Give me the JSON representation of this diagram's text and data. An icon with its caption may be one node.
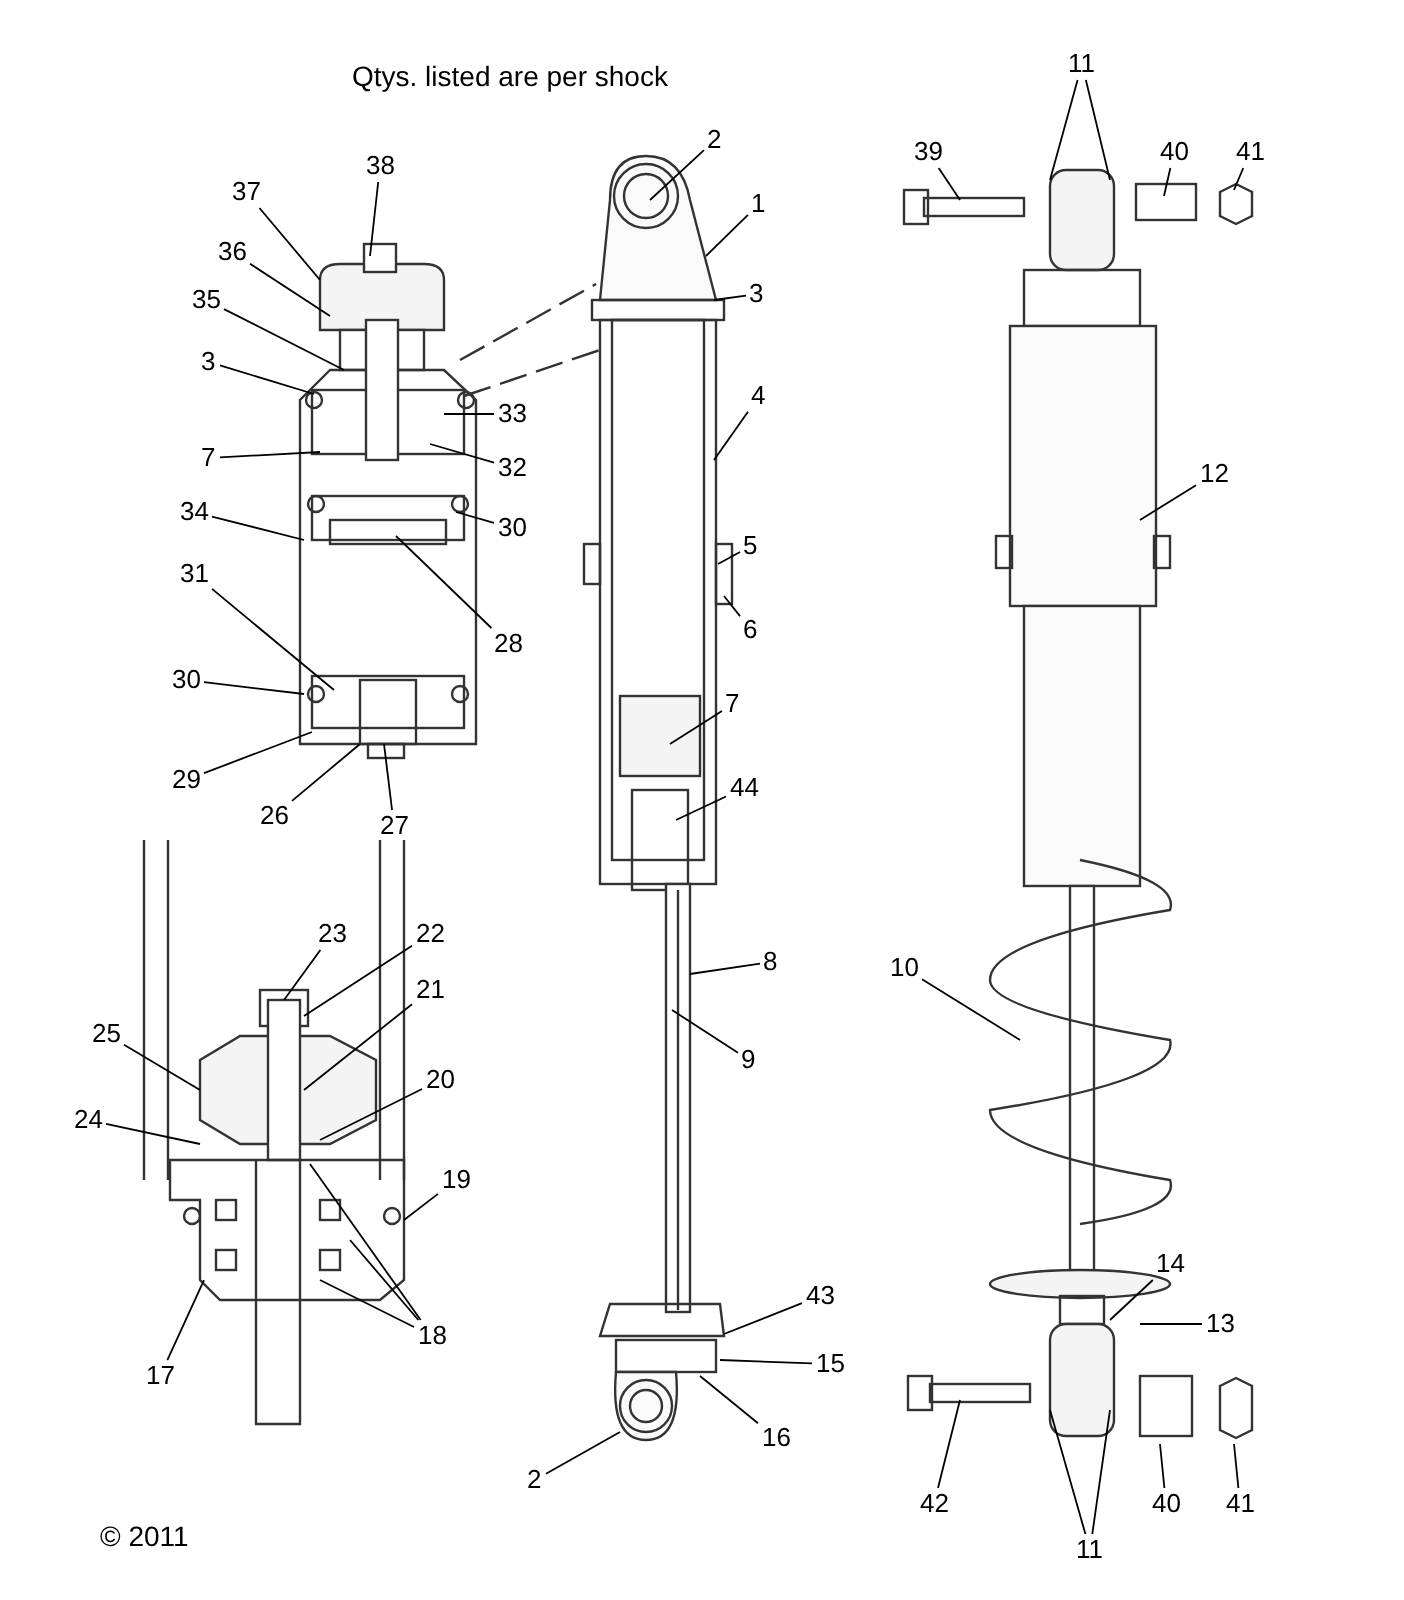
{
  "diagram": {
    "nodes": [
      {
        "text": [
          "38"
        ]
      },
      {
        "text": [
          "37"
        ]
      },
      {
        "text": [
          "36"
        ]
      },
      {
        "text": [
          "35"
        ]
      },
      {
        "text": [
          "3"
        ]
      },
      {
        "text": [
          "7"
        ]
      },
      {
        "text": [
          "33"
        ]
      },
      {
        "text": [
          "32"
        ]
      },
      {
        "text": [
          "34"
        ]
      },
      {
        "text": [
          "30"
        ]
      },
      {
        "text": [
          "31"
        ]
      },
      {
        "text": [
          "28"
        ]
      },
      {
        "text": [
          "30"
        ]
      },
      {
        "text": [
          "29"
        ]
      },
      {
        "text": [
          "26"
        ]
      },
      {
        "text": [
          "27"
        ]
      },
      {
        "text": [
          "2"
        ]
      },
      {
        "text": [
          "1"
        ]
      },
      {
        "text": [
          "3"
        ]
      },
      {
        "text": [
          "4"
        ]
      },
      {
        "text": [
          "5"
        ]
      },
      {
        "text": [
          "6"
        ]
      },
      {
        "text": [
          "7"
        ]
      },
      {
        "text": [
          "44"
        ]
      },
      {
        "text": [
          "8"
        ]
      },
      {
        "text": [
          "9"
        ]
      },
      {
        "text": [
          "43"
        ]
      },
      {
        "text": [
          "15"
        ]
      },
      {
        "text": [
          "16"
        ]
      },
      {
        "text": [
          "2"
        ]
      },
      {
        "text": [
          "23"
        ]
      },
      {
        "text": [
          "22"
        ]
      },
      {
        "text": [
          "21"
        ]
      },
      {
        "text": [
          "25"
        ]
      },
      {
        "text": [
          "20"
        ]
      },
      {
        "text": [
          "24"
        ]
      },
      {
        "text": [
          "19"
        ]
      },
      {
        "text": [
          "17"
        ]
      },
      {
        "text": [
          "18"
        ]
      },
      {
        "text": [
          "39"
        ]
      },
      {
        "text": [
          "11"
        ]
      },
      {
        "text": [
          "40"
        ]
      },
      {
        "text": [
          "41"
        ]
      },
      {
        "text": [
          "12"
        ]
      },
      {
        "text": [
          "10"
        ]
      },
      {
        "text": [
          "14"
        ]
      },
      {
        "text": [
          "13"
        ]
      },
      {
        "text": [
          "42"
        ]
      },
      {
        "text": [
          "40"
        ]
      },
      {
        "text": [
          "41"
        ]
      },
      {
        "text": [
          "11"
        ]
      }
    ],
    "edges": [
      {
        "from": 0,
        "to": null,
        "arrow": "none"
      },
      {
        "from": 1,
        "to": null,
        "arrow": "none"
      },
      {
        "from": 2,
        "to": null,
        "arrow": "none"
      },
      {
        "from": 3,
        "to": null,
        "arrow": "none"
      },
      {
        "from": 4,
        "to": null,
        "arrow": "none"
      },
      {
        "from": 5,
        "to": null,
        "arrow": "none"
      },
      {
        "from": 6,
        "to": null,
        "arrow": "none"
      },
      {
        "from": 7,
        "to": null,
        "arrow": "none"
      },
      {
        "from": 8,
        "to": null,
        "arrow": "none"
      },
      {
        "from": 9,
        "to": null,
        "arrow": "none"
      },
      {
        "from": 10,
        "to": null,
        "arrow": "none"
      },
      {
        "from": 11,
        "to": null,
        "arrow": "none"
      },
      {
        "from": 12,
        "to": null,
        "arrow": "none"
      },
      {
        "from": 13,
        "to": null,
        "arrow": "none"
      },
      {
        "from": 14,
        "to": null,
        "arrow": "none"
      },
      {
        "from": 15,
        "to": null,
        "arrow": "none"
      },
      {
        "from": 16,
        "to": null,
        "arrow": "none"
      },
      {
        "from": 17,
        "to": null,
        "arrow": "none"
      },
      {
        "from": 18,
        "to": null,
        "arrow": "none"
      },
      {
        "from": 19,
        "to": null,
        "arrow": "none"
      },
      {
        "from": 20,
        "to": null,
        "arrow": "none"
      },
      {
        "from": 21,
        "to": null,
        "arrow": "none"
      },
      {
        "from": 22,
        "to": null,
        "arrow": "none"
      },
      {
        "from": 23,
        "to": null,
        "arrow": "none"
      },
      {
        "from": 24,
        "to": null,
        "arrow": "none"
      },
      {
        "from": 25,
        "to": null,
        "arrow": "none"
      },
      {
        "from": 26,
        "to": null,
        "arrow": "none"
      },
      {
        "from": 27,
        "to": null,
        "arrow": "none"
      },
      {
        "from": 28,
        "to": null,
        "arrow": "none"
      },
      {
        "from": 29,
        "to": null,
        "arrow": "none"
      },
      {
        "from": 30,
        "to": null,
        "arrow": "none"
      },
      {
        "from": 31,
        "to": null,
        "arrow": "none"
      },
      {
        "from": 32,
        "to": null,
        "arrow": "none"
      },
      {
        "from": 33,
        "to": null,
        "arrow": "none"
      },
      {
        "from": 34,
        "to": null,
        "arrow": "none"
      },
      {
        "from": 35,
        "to": null,
        "arrow": "none"
      },
      {
        "from": 36,
        "to": null,
        "arrow": "none"
      },
      {
        "from": 37,
        "to": null,
        "arrow": "none"
      },
      {
        "from": 38,
        "to": null,
        "arrow": "none"
      },
      {
        "from": 38,
        "to": null,
        "arrow": "none"
      },
      {
        "from": 38,
        "to": null,
        "arrow": "none"
      },
      {
        "from": 39,
        "to": null,
        "arrow": "none"
      },
      {
        "from": 40,
        "to": null,
        "arrow": "none"
      },
      {
        "from": 40,
        "to": null,
        "arrow": "none"
      },
      {
        "from": 41,
        "to": null,
        "arrow": "none"
      },
      {
        "from": 42,
        "to": null,
        "arrow": "none"
      },
      {
        "from": 43,
        "to": null,
        "arrow": "none"
      },
      {
        "from": 44,
        "to": null,
        "arrow": "none"
      },
      {
        "from": 45,
        "to": null,
        "arrow": "none"
      },
      {
        "from": 46,
        "to": null,
        "arrow": "none"
      },
      {
        "from": 47,
        "to": null,
        "arrow": "none"
      },
      {
        "from": 48,
        "to": null,
        "arrow": "none"
      },
      {
        "from": 49,
        "to": null,
        "arrow": "none"
      },
      {
        "from": 50,
        "to": null,
        "arrow": "none"
      },
      {
        "from": 50,
        "to": null,
        "arrow": "none"
      }
    ],
    "labels": [
      "Qtys. listed are per shock",
      "© 2011"
    ]
  }
}
